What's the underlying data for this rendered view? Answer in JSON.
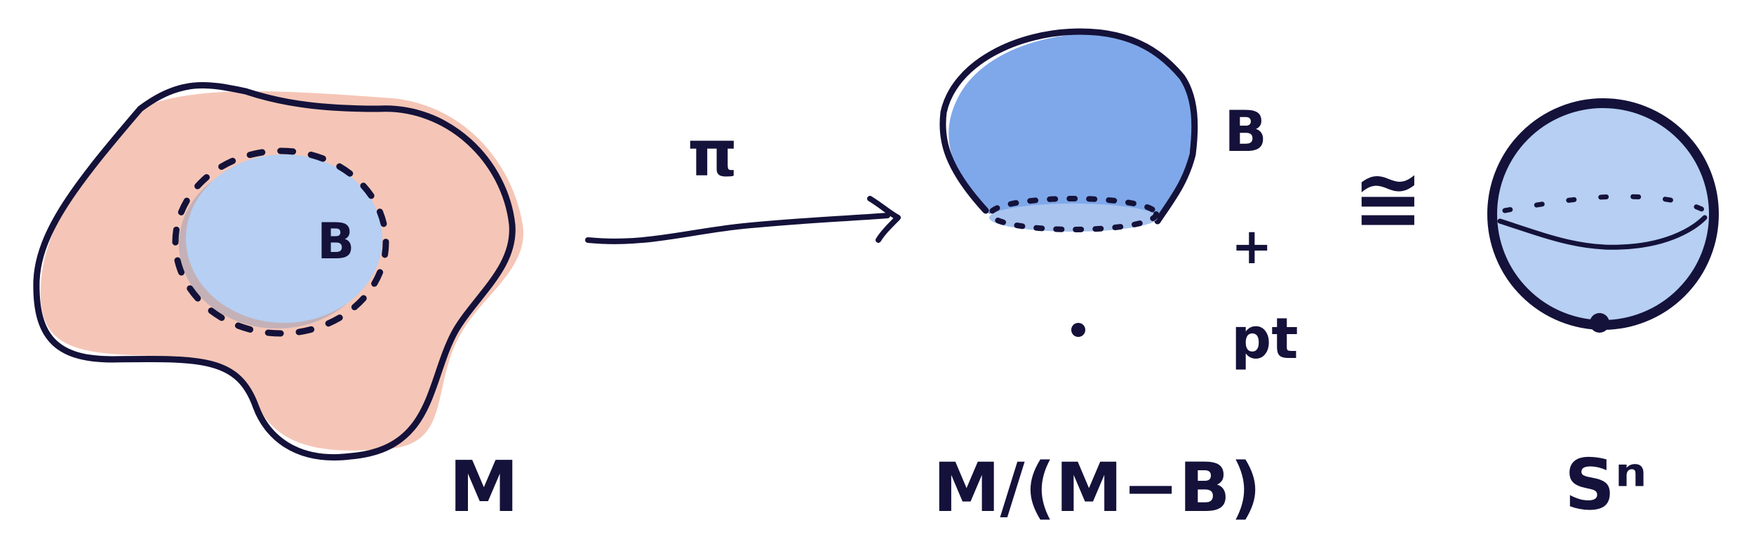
{
  "colors": {
    "ink": "#14123a",
    "manifold_fill": "#f5c6b7",
    "ball_fill": "#b6cff3",
    "cap_fill": "#7fa8ea",
    "sphere_fill": "#b6cff3"
  },
  "labels": {
    "ball_in_M": "B",
    "manifold": "M",
    "projection": "π",
    "quotient": "M/(M−B)",
    "cap_label": "B",
    "plus": "+",
    "point_label": "pt",
    "homeomorphic": "≅",
    "sphere": "Sⁿ"
  }
}
